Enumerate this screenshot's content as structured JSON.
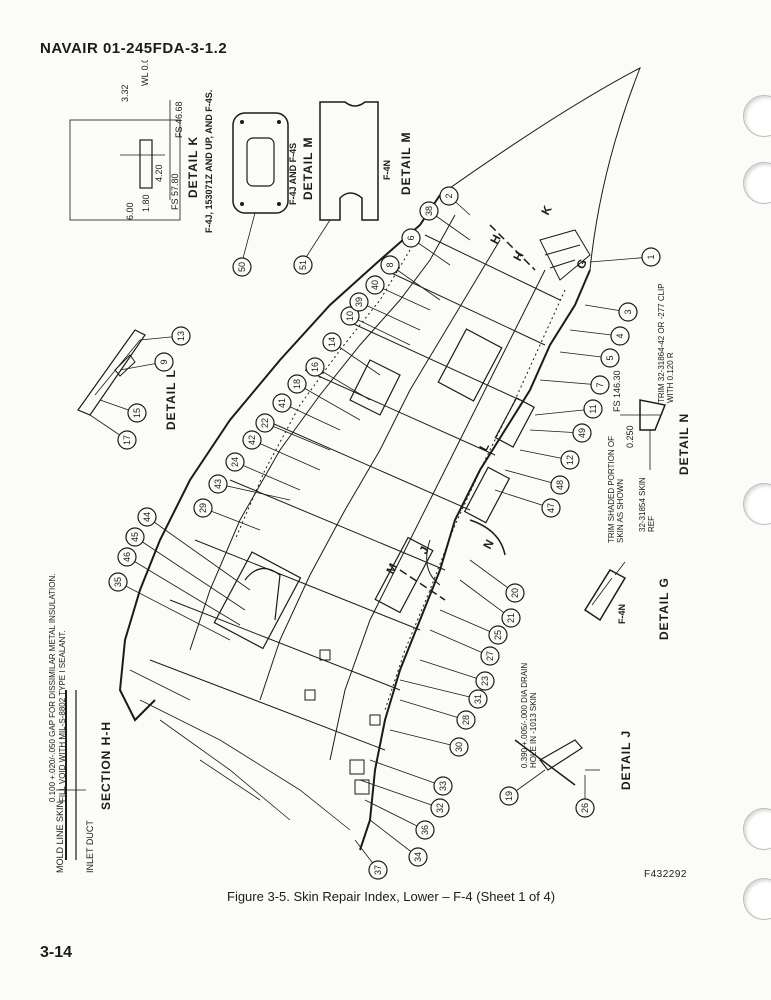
{
  "header": {
    "doc_number": "NAVAIR  01-245FDA-3-1.2"
  },
  "page_number": "3-14",
  "figure_number": "F432292",
  "caption": "Figure 3-5. Skin Repair Index, Lower – F-4 (Sheet 1 of 4)",
  "details": {
    "k": {
      "title": "DETAIL K",
      "applies": "F-4J, 153071Z AND UP, AND F-4S.",
      "dims": [
        "3.32",
        "WL 0.00",
        "FS 46.68",
        "4.20",
        "FS 57.80",
        "6.00",
        "1.80"
      ]
    },
    "m_left": {
      "title": "DETAIL M",
      "applies": "F-4J AND F-4S"
    },
    "m_right": {
      "title": "DETAIL M",
      "applies": "F-4N"
    },
    "l": {
      "title": "DETAIL L"
    },
    "n": {
      "title": "DETAIL N",
      "trim": "TRIM 32-31864-42 OR -277 CLIP WITH 0.120 R",
      "fs": "FS 146.30",
      "shaded": "TRIM SHADED PORTION OF SKIN AS SHOWN",
      "dim": "0.250",
      "skin_ref": "32-31854 SKIN REF"
    },
    "g": {
      "title": "DETAIL G",
      "applies": "F-4N"
    },
    "j": {
      "title": "DETAIL J",
      "note": "0.390 +.005/-.000 DIA DRAIN HOLE IN -1013 SKIN"
    },
    "hh": {
      "title": "SECTION H-H",
      "note": "0.100 +.020/-.050 GAP FOR DISSIMILAR METAL INSULATION. FILL VOID WITH MIL-S-8802 TYPE I SEALANT.",
      "mold_line": "MOLD LINE SKIN",
      "inlet_duct": "INLET DUCT"
    }
  },
  "section_marks": [
    "H",
    "H",
    "K",
    "G",
    "L",
    "J",
    "M",
    "N"
  ],
  "callouts": [
    "1",
    "2",
    "3",
    "4",
    "5",
    "6",
    "7",
    "8",
    "9",
    "10",
    "11",
    "12",
    "13",
    "14",
    "15",
    "16",
    "17",
    "18",
    "19",
    "20",
    "21",
    "22",
    "23",
    "24",
    "25",
    "26",
    "27",
    "28",
    "29",
    "30",
    "31",
    "32",
    "33",
    "34",
    "35",
    "36",
    "37",
    "38",
    "39",
    "40",
    "41",
    "42",
    "43",
    "44",
    "45",
    "46",
    "47",
    "48",
    "49",
    "50",
    "51"
  ]
}
